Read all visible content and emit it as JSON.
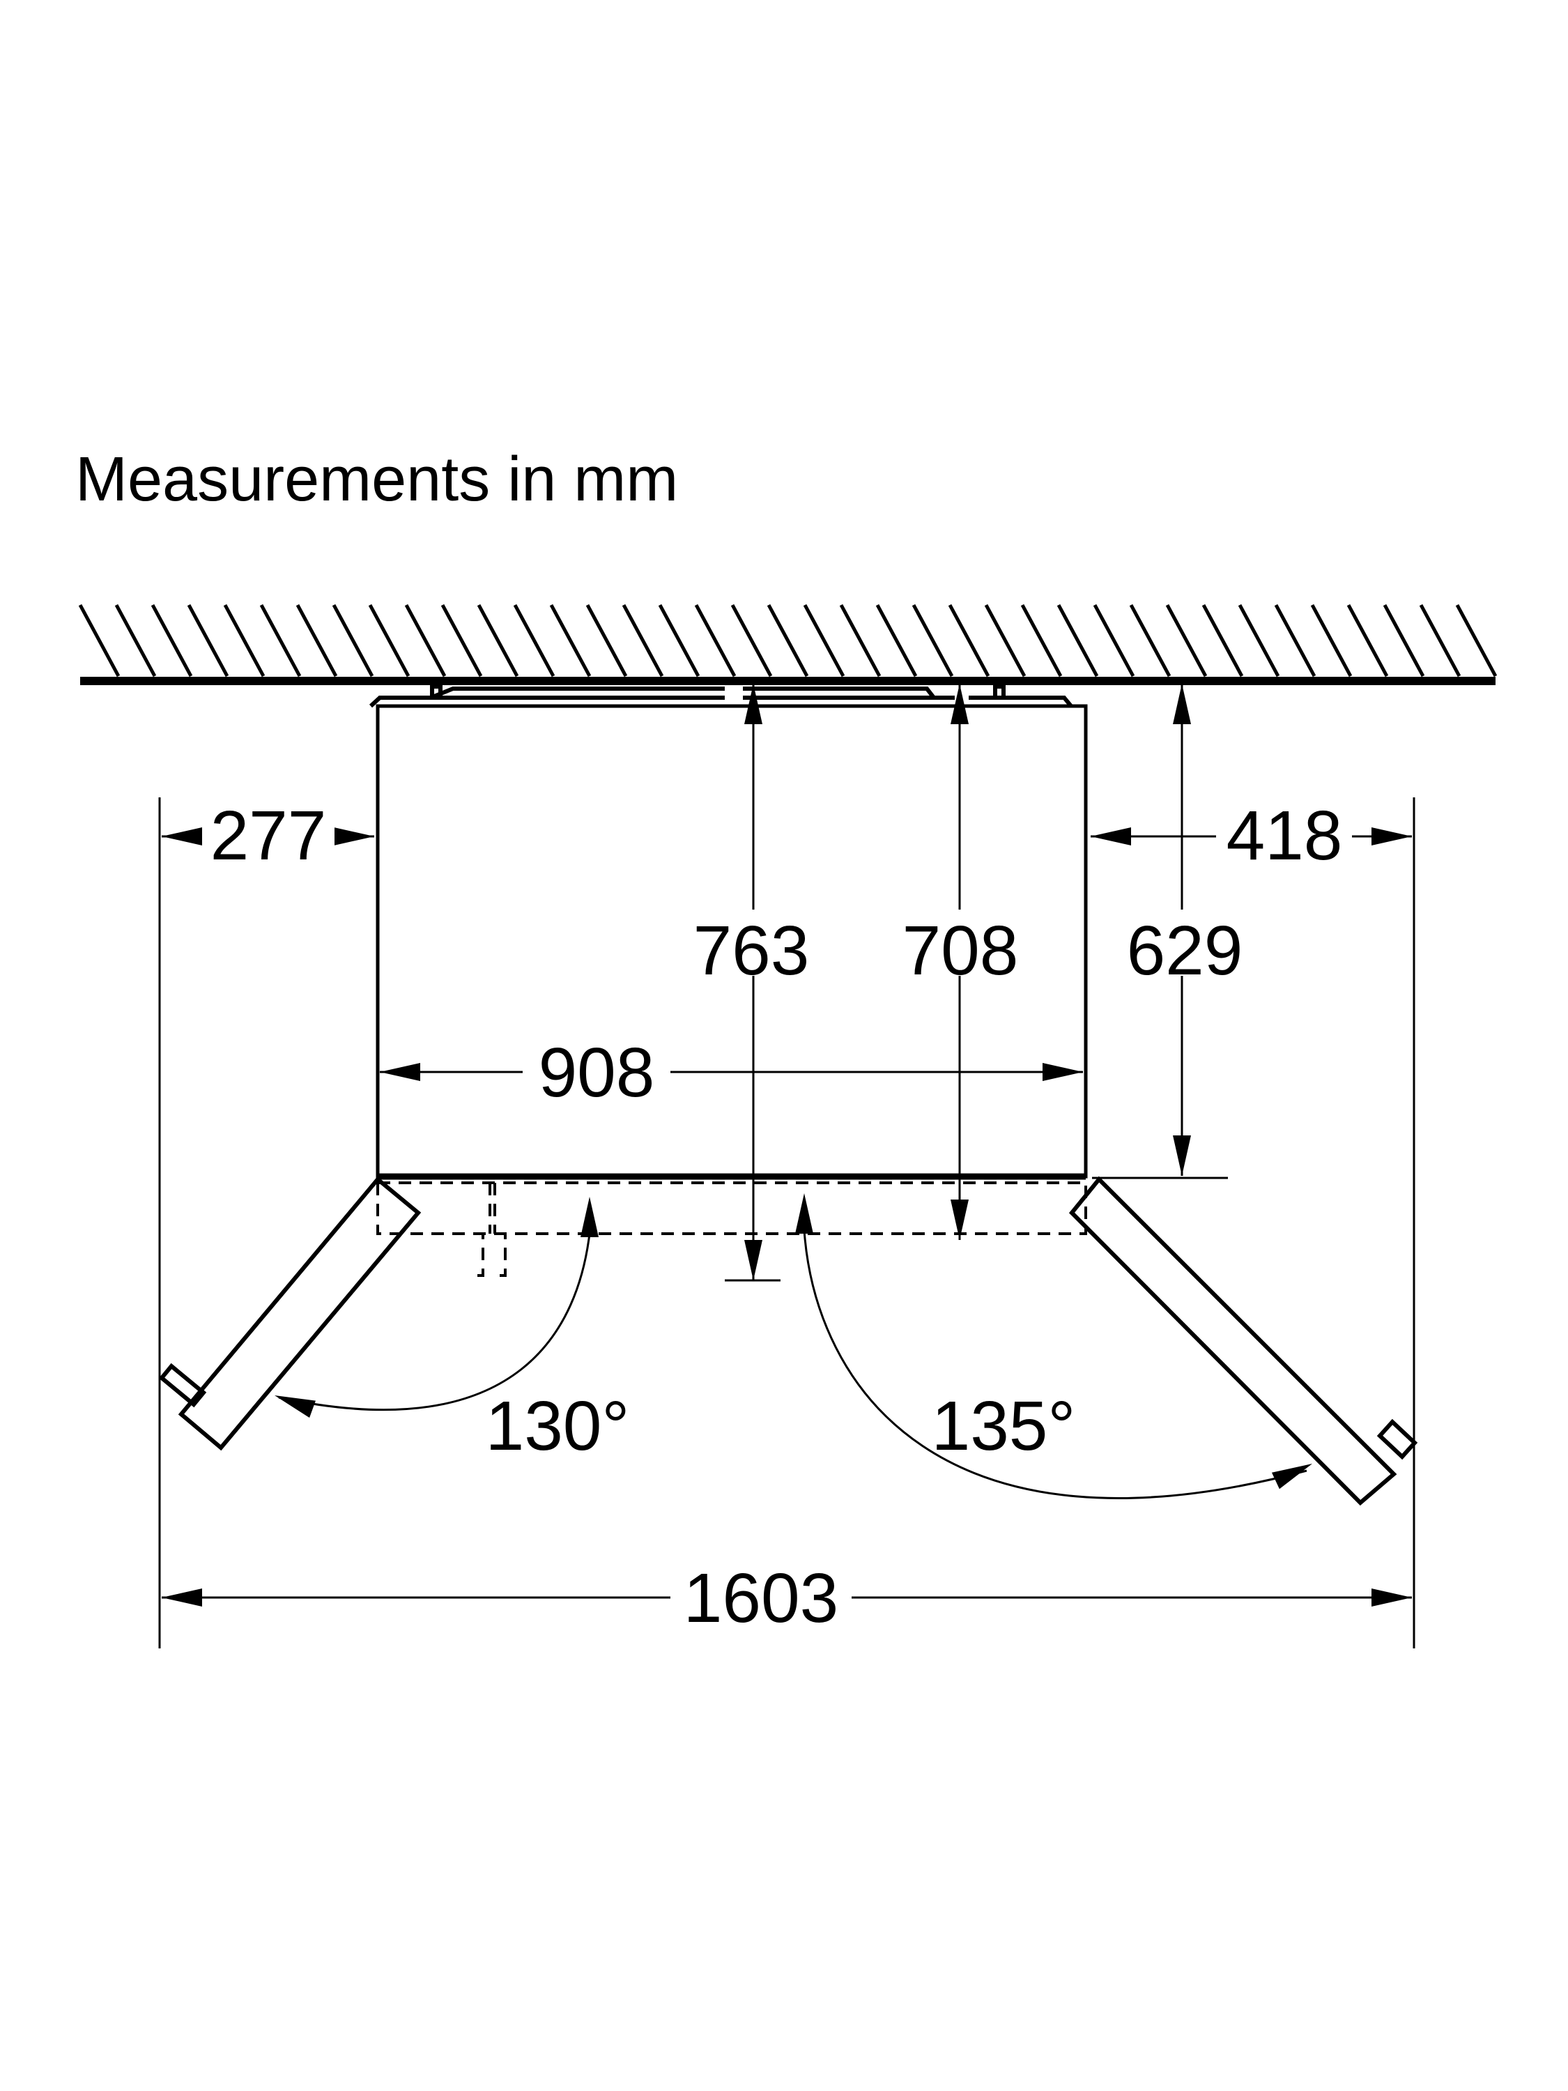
{
  "title": "Measurements in mm",
  "dimensions": {
    "left_clearance": "277",
    "right_clearance": "418",
    "depth_left_door": "763",
    "depth_right_door": "708",
    "body_depth": "629",
    "body_width": "908",
    "total_width": "1603"
  },
  "angles": {
    "left_door": "130°",
    "right_door": "135°"
  },
  "colors": {
    "line": "#000000",
    "background": "#ffffff"
  }
}
